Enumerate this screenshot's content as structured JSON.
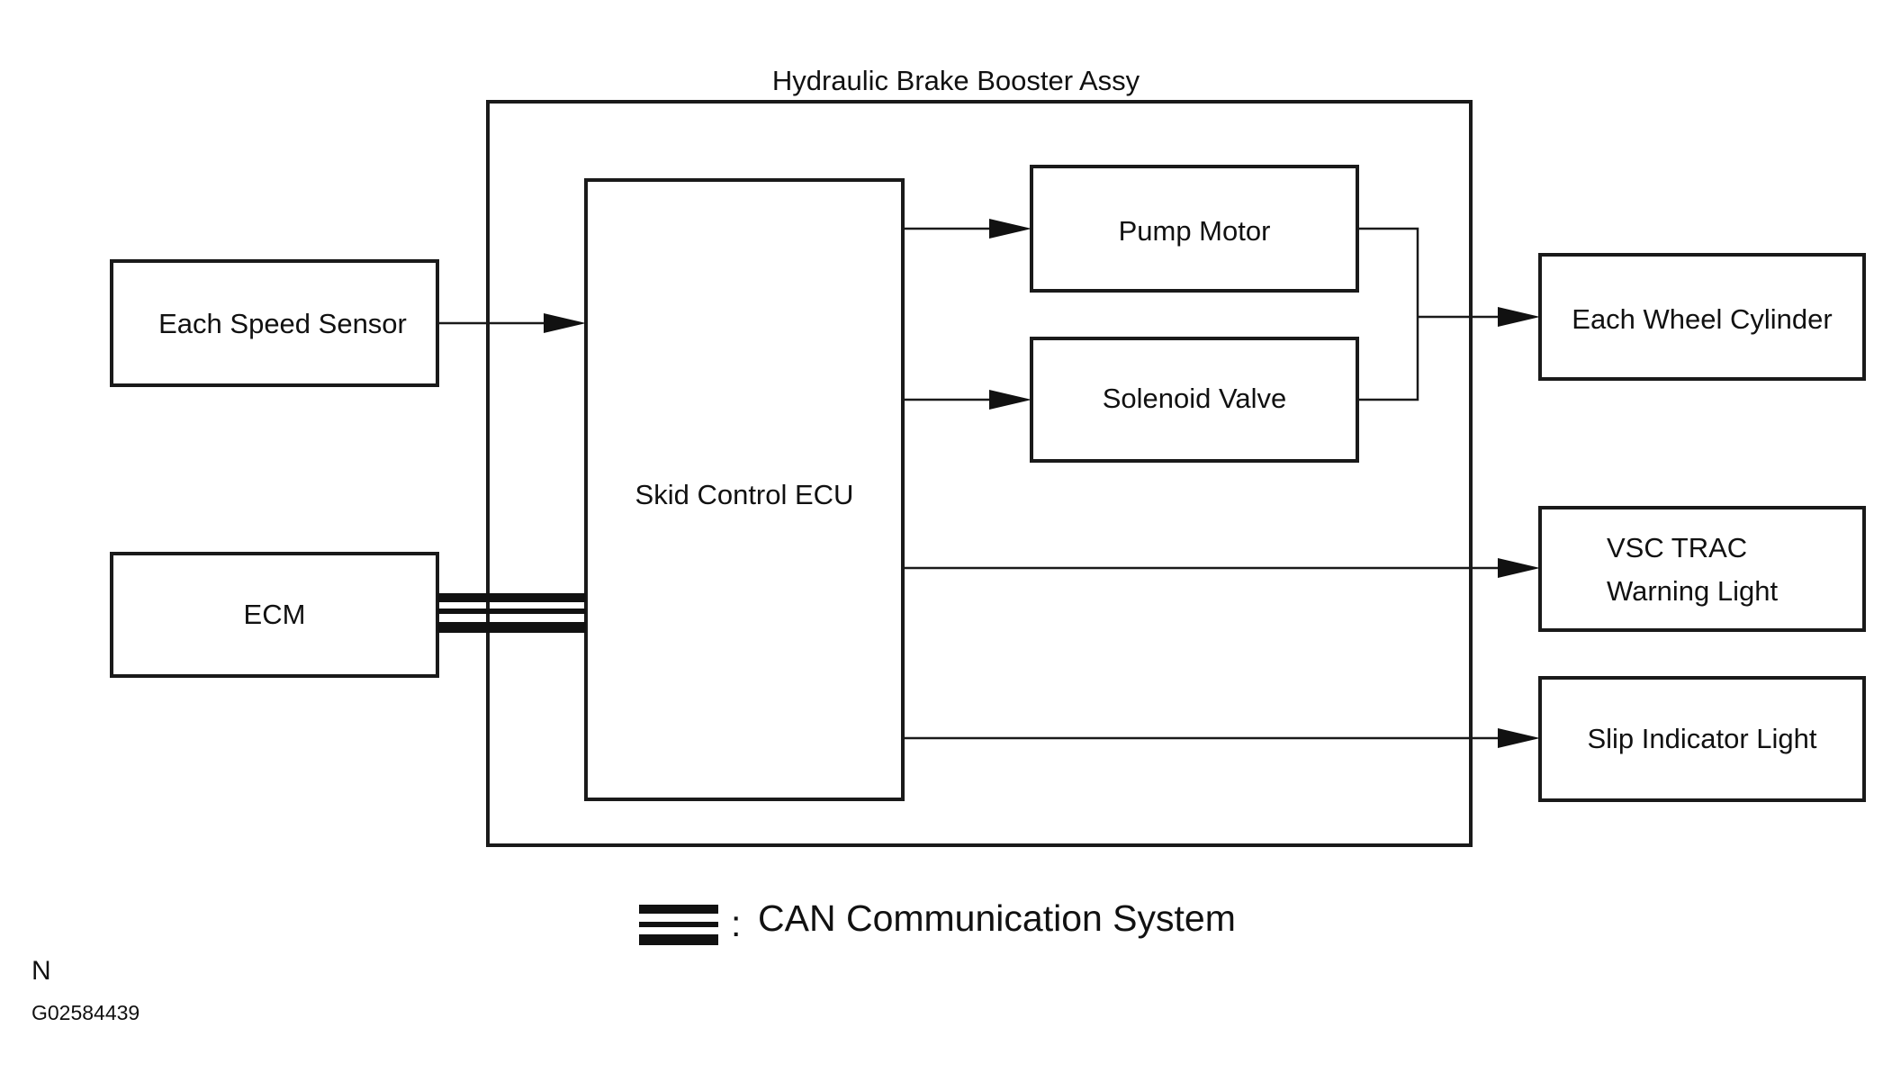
{
  "diagram": {
    "outer_group": {
      "title": "Hydraulic Brake Booster Assy"
    },
    "blocks": {
      "speed_sensor": "Each Speed Sensor",
      "ecm": "ECM",
      "skid_ecu": "Skid Control ECU",
      "pump_motor": "Pump Motor",
      "solenoid_valve": "Solenoid Valve",
      "wheel_cylinder": "Each Wheel Cylinder",
      "vsc_light": [
        "VSC TRAC",
        "Warning Light"
      ],
      "slip_light": "Slip Indicator Light"
    },
    "legend": {
      "separator": ":",
      "label": "CAN Communication System"
    },
    "footer": {
      "letter": "N",
      "code": "G02584439"
    }
  }
}
